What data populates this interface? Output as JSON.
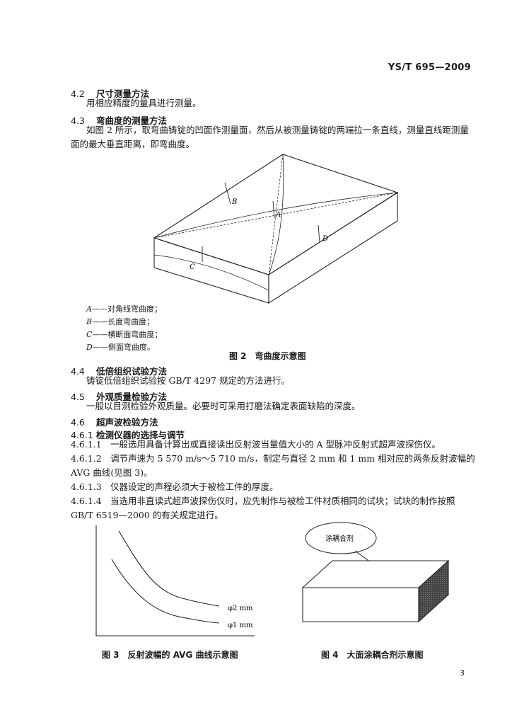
{
  "header": {
    "standard_code": "YS/T 695—2009"
  },
  "sections": {
    "s4_2": {
      "num": "4.2",
      "title": "尺寸测量方法",
      "body": "用相应精度的量具进行测量。"
    },
    "s4_3": {
      "num": "4.3",
      "title": "弯曲度的测量方法",
      "body_line1": "如图 2 所示，取弯曲铸锭的凹面作测量面，然后从被测量铸锭的两端拉一条直线，测量直线距测量",
      "body_line2": "面的最大垂直距离，即弯曲度。"
    },
    "s4_4": {
      "num": "4.4",
      "title": "低倍组织试验方法",
      "body": "铸锭低倍组织试验按 GB/T 4297 规定的方法进行。"
    },
    "s4_5": {
      "num": "4.5",
      "title": "外观质量检验方法",
      "body": "一般以目测检验外观质量。必要时可采用打磨法确定表面缺陷的深度。"
    },
    "s4_6": {
      "num": "4.6",
      "title": "超声波检验方法"
    },
    "s4_6_1": {
      "num": "4.6.1",
      "title": "检测仪器的选择与调节"
    },
    "s4_6_1_1": {
      "num": "4.6.1.1",
      "body": "一般选用具备计算出或直接读出反射波当量值大小的 A 型脉冲反射式超声波探伤仪。"
    },
    "s4_6_1_2": {
      "num": "4.6.1.2",
      "body_line1": "调节声速为 5 570 m/s～5 710 m/s，制定与直径 2 mm 和 1 mm 相对应的两条反射波幅的",
      "body_line2": "AVG 曲线(见图 3)。"
    },
    "s4_6_1_3": {
      "num": "4.6.1.3",
      "body": "仪器设定的声程必须大于被检工件的厚度。"
    },
    "s4_6_1_4": {
      "num": "4.6.1.4",
      "body_line1": "当选用非直读式超声波探伤仪时，应先制作与被检工件材质相同的试块；试块的制作按照",
      "body_line2": "GB/T 6519—2000 的有关规定进行。"
    }
  },
  "figure2": {
    "labels": {
      "A": "A",
      "B": "B",
      "C": "C",
      "D": "D"
    },
    "legend": [
      {
        "key": "A",
        "text": "——对角线弯曲度；"
      },
      {
        "key": "B",
        "text": "——长度弯曲度；"
      },
      {
        "key": "C",
        "text": "——横断面弯曲度；"
      },
      {
        "key": "D",
        "text": "——侧面弯曲度。"
      }
    ],
    "caption": "图 2　弯曲度示意图"
  },
  "figure3": {
    "series": [
      {
        "name": "φ2 mm"
      },
      {
        "name": "φ1 mm"
      }
    ],
    "caption": "图 3　反射波幅的 AVG 曲线示意图"
  },
  "figure4": {
    "callout": "涂耦合剂",
    "caption": "图 4　大面涂耦合剂示意图"
  },
  "footer": {
    "page_number": "3"
  }
}
